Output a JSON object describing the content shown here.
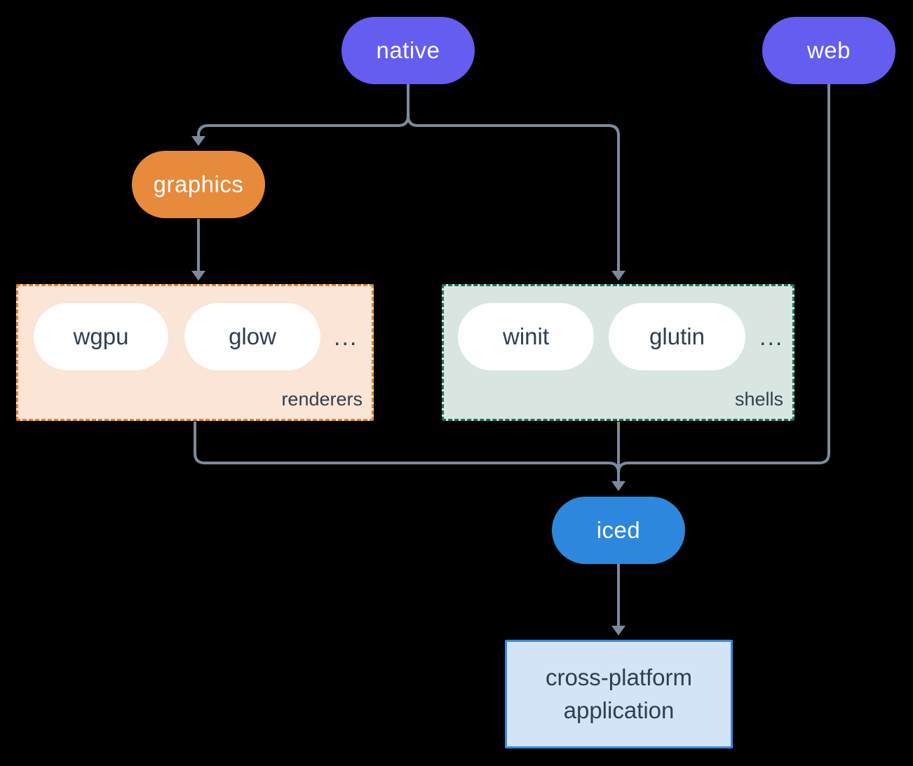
{
  "nodes": {
    "native": {
      "label": "native",
      "color": "#655CF0"
    },
    "web": {
      "label": "web",
      "color": "#655CF0"
    },
    "graphics": {
      "label": "graphics",
      "color": "#E78A3C"
    },
    "iced": {
      "label": "iced",
      "color": "#2D87DC"
    },
    "app": {
      "label": "cross-platform application",
      "fill": "#D3E4F6",
      "border": "#3B87DD"
    }
  },
  "groups": {
    "renderers": {
      "label": "renderers",
      "items": [
        "wgpu",
        "glow"
      ],
      "ellipsis": "...",
      "fill": "#FAE5D7",
      "border": "#E0853A"
    },
    "shells": {
      "label": "shells",
      "items": [
        "winit",
        "glutin"
      ],
      "ellipsis": "...",
      "fill": "#D8E5E0",
      "border": "#1A745E"
    }
  },
  "edges": [
    {
      "from": "native",
      "to": "graphics"
    },
    {
      "from": "native",
      "to": "shells"
    },
    {
      "from": "graphics",
      "to": "renderers"
    },
    {
      "from": "renderers",
      "to": "iced"
    },
    {
      "from": "shells",
      "to": "iced"
    },
    {
      "from": "web",
      "to": "iced"
    },
    {
      "from": "iced",
      "to": "app"
    }
  ],
  "colors": {
    "line": "#7B8B9A",
    "text_dark": "#2E3F50",
    "text_light": "#FFFFFF",
    "background": "#000000"
  }
}
